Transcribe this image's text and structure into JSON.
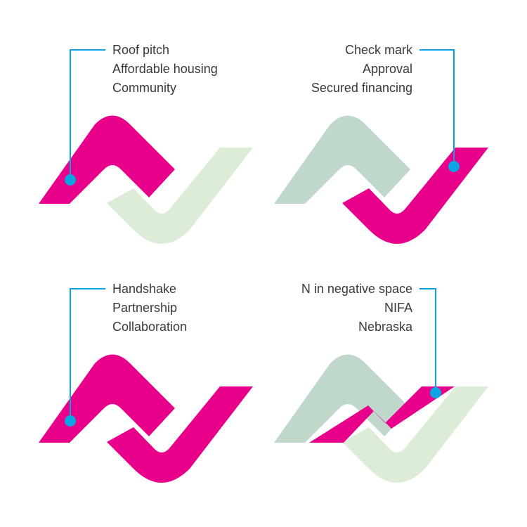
{
  "colors": {
    "magenta": "#e8008a",
    "sage": "#c0d7cb",
    "light_green": "#dcecd6",
    "callout": "#0aa4e4",
    "text": "#3a3a3a"
  },
  "panels": [
    {
      "id": "roof",
      "lines": [
        "Roof pitch",
        "Affordable housing",
        "Community"
      ],
      "roof_color": "magenta",
      "check_color": "light_green"
    },
    {
      "id": "check",
      "lines": [
        "Check mark",
        "Approval",
        "Secured financing"
      ],
      "roof_color": "sage",
      "check_color": "magenta"
    },
    {
      "id": "handshake",
      "lines": [
        "Handshake",
        "Partnership",
        "Collaboration"
      ],
      "roof_color": "magenta",
      "check_color": "magenta"
    },
    {
      "id": "nspace",
      "lines": [
        "N in negative space",
        "NIFA",
        "Nebraska"
      ],
      "roof_color": "sage",
      "check_color": "light_green",
      "overlay_color": "magenta"
    }
  ]
}
